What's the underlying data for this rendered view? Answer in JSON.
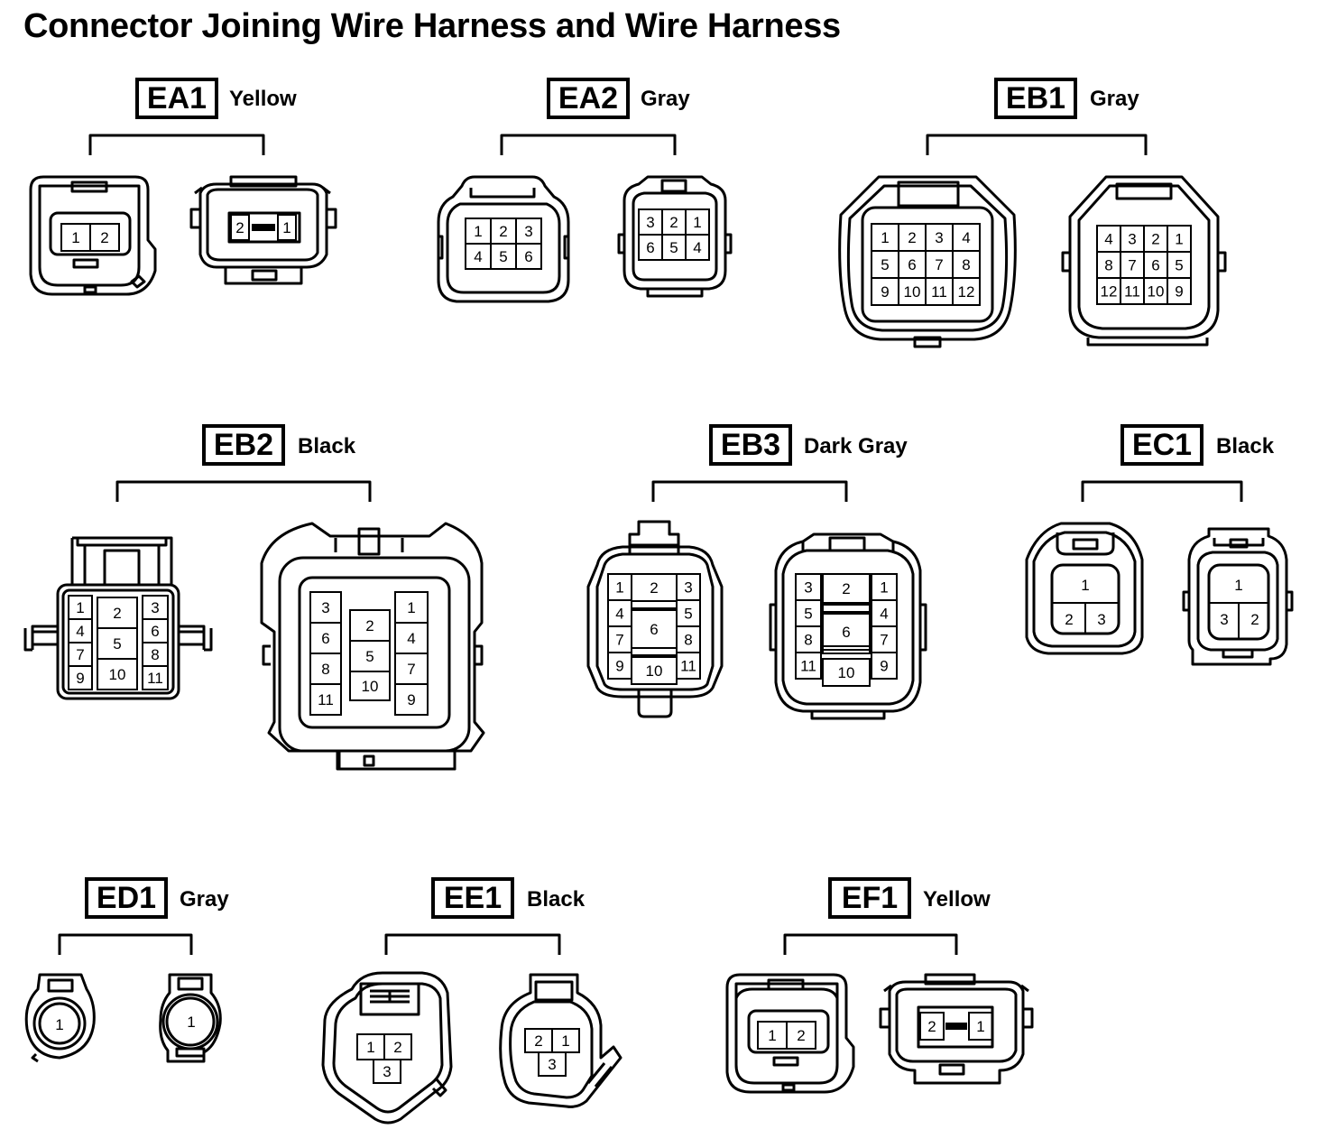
{
  "title": "Connector Joining Wire Harness and Wire Harness",
  "connectors": [
    {
      "code": "EA1",
      "color": "Yellow",
      "female": [
        [
          "1",
          "2"
        ]
      ],
      "male": [
        [
          "2",
          "",
          "1"
        ]
      ]
    },
    {
      "code": "EA2",
      "color": "Gray",
      "female": [
        [
          "1",
          "2",
          "3"
        ],
        [
          "4",
          "5",
          "6"
        ]
      ],
      "male": [
        [
          "3",
          "2",
          "1"
        ],
        [
          "6",
          "5",
          "4"
        ]
      ]
    },
    {
      "code": "EB1",
      "color": "Gray",
      "female": [
        [
          "1",
          "2",
          "3",
          "4"
        ],
        [
          "5",
          "6",
          "7",
          "8"
        ],
        [
          "9",
          "10",
          "11",
          "12"
        ]
      ],
      "male": [
        [
          "4",
          "3",
          "2",
          "1"
        ],
        [
          "8",
          "7",
          "6",
          "5"
        ],
        [
          "12",
          "11",
          "10",
          "9"
        ]
      ]
    },
    {
      "code": "EB2",
      "color": "Black",
      "female": {
        "left": [
          "1",
          "4",
          "7",
          "9"
        ],
        "center": [
          "2",
          "5",
          "10"
        ],
        "right": [
          "3",
          "6",
          "8",
          "11"
        ]
      },
      "male": {
        "left": [
          "3",
          "6",
          "8",
          "11"
        ],
        "center": [
          "2",
          "5",
          "10"
        ],
        "right": [
          "1",
          "4",
          "7",
          "9"
        ]
      }
    },
    {
      "code": "EB3",
      "color": "Dark Gray",
      "female": {
        "left": [
          "1",
          "4",
          "7",
          "9"
        ],
        "center": [
          "2",
          "6",
          "10"
        ],
        "right": [
          "3",
          "5",
          "8",
          "11"
        ]
      },
      "male": {
        "left": [
          "3",
          "5",
          "8",
          "11"
        ],
        "center": [
          "2",
          "6",
          "10"
        ],
        "right": [
          "1",
          "4",
          "7",
          "9"
        ]
      }
    },
    {
      "code": "EC1",
      "color": "Black",
      "female": {
        "top": "1",
        "bottom": [
          "2",
          "3"
        ]
      },
      "male": {
        "top": "1",
        "bottom": [
          "3",
          "2"
        ]
      }
    },
    {
      "code": "ED1",
      "color": "Gray",
      "female": [
        "1"
      ],
      "male": [
        "1"
      ]
    },
    {
      "code": "EE1",
      "color": "Black",
      "female": {
        "top": [
          "1",
          "2"
        ],
        "bottom": "3"
      },
      "male": {
        "top": [
          "2",
          "1"
        ],
        "bottom": "3"
      }
    },
    {
      "code": "EF1",
      "color": "Yellow",
      "female": [
        [
          "1",
          "2"
        ]
      ],
      "male": [
        [
          "2",
          "",
          "1"
        ]
      ]
    }
  ]
}
